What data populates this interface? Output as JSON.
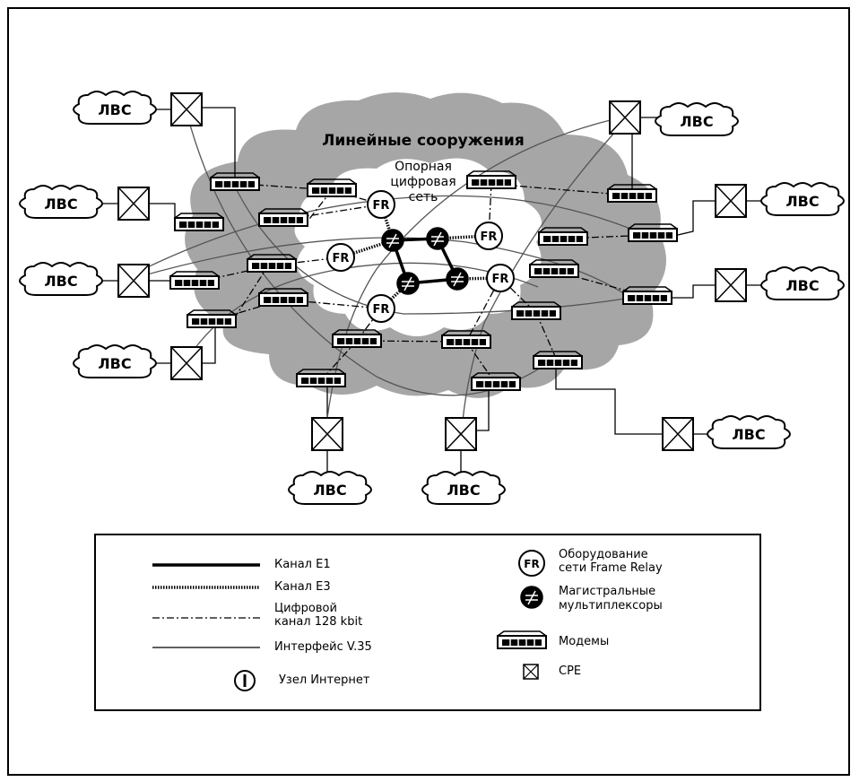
{
  "diagram": {
    "title": "Линейные сооружения",
    "core_label": [
      "Опорная",
      "цифровая",
      "сеть"
    ],
    "lan_label": "ЛВС",
    "fr_label": "FR"
  },
  "legend": {
    "e1": "Канал Е1",
    "e3": "Канал Е3",
    "digital_128": [
      "Цифровой",
      "канал 128 kbit"
    ],
    "v35": "Интерфейс V.35",
    "internet_node": "Узел Интернет",
    "fr_equipment": [
      "Оборудование",
      "сети Frame Relay"
    ],
    "mux": [
      "Магистральные",
      "мультиплексоры"
    ],
    "modems": "Модемы",
    "cpe": "CPE"
  },
  "colors": {
    "cloud": "#a6a6a6",
    "line": "#000000",
    "v35_line": "#777777"
  }
}
